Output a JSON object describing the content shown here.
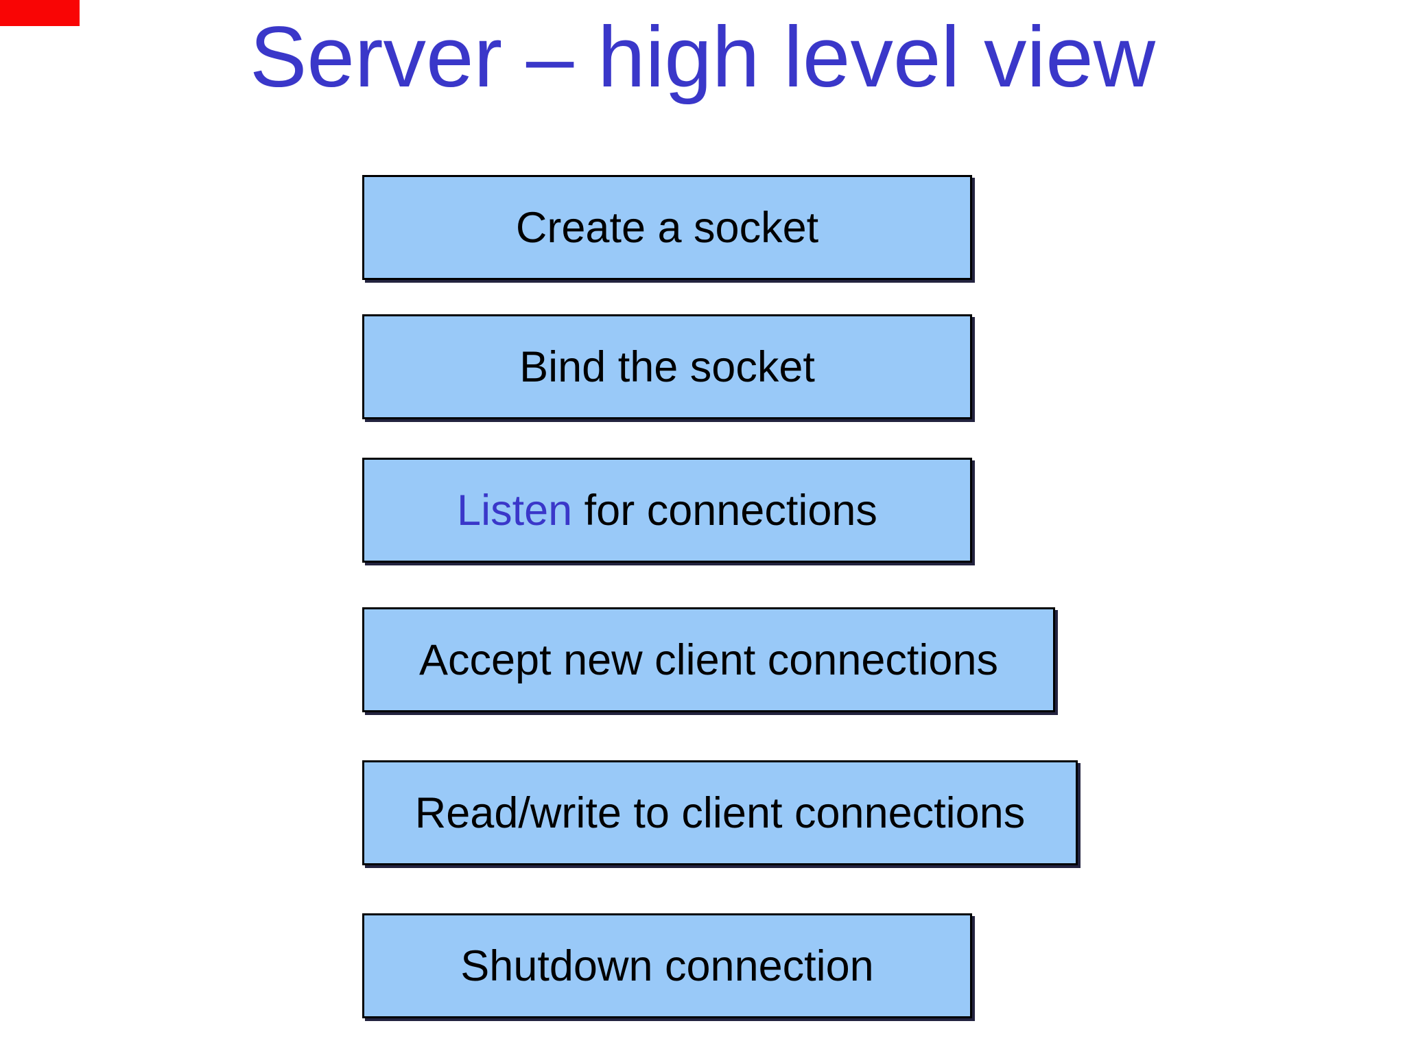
{
  "slide": {
    "title": "Server – high level view",
    "boxes": [
      {
        "label": "Create a socket"
      },
      {
        "label": "Bind the socket"
      },
      {
        "highlight": "Listen",
        "rest": " for connections"
      },
      {
        "label": "Accept new client connections"
      },
      {
        "label": "Read/write to client connections"
      },
      {
        "label": "Shutdown connection"
      }
    ],
    "colors": {
      "title_text": "#3a37c9",
      "listen_highlight": "#3a37c9",
      "box_fill": "#99c9f8",
      "box_border": "#000000",
      "box_text": "#000000",
      "background": "#ffffff",
      "recording_indicator": "#f90505"
    }
  }
}
